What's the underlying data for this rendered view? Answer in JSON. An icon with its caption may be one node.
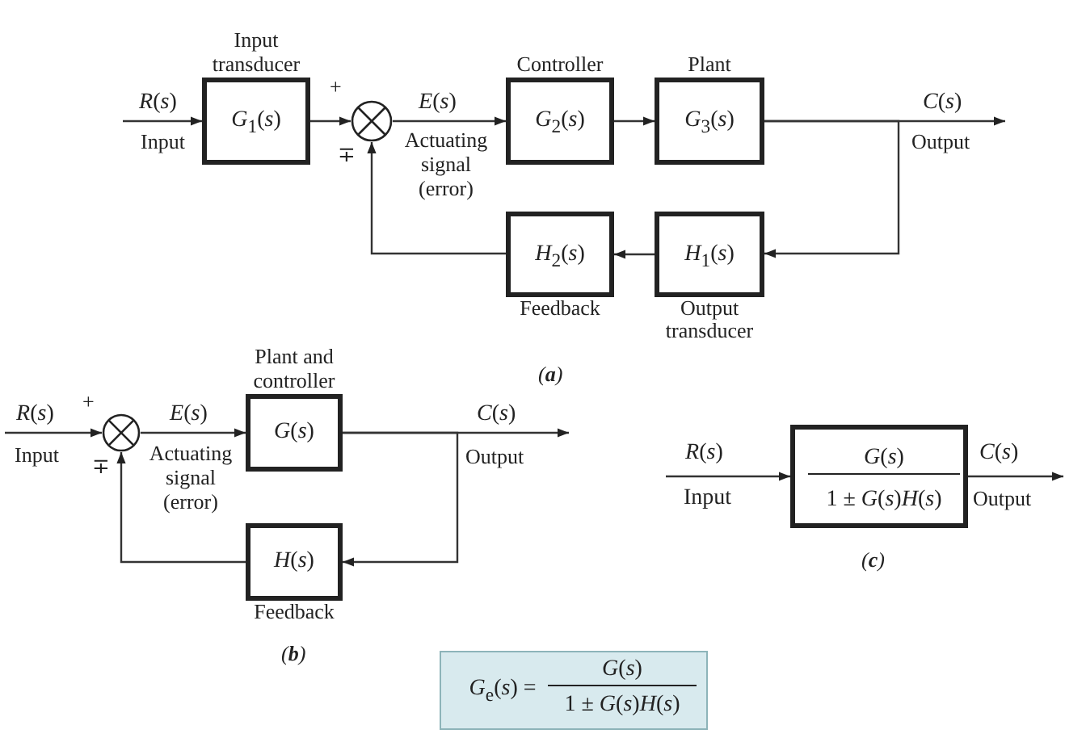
{
  "diagram": {
    "nodes": [
      {
        "text": [
          "Input transducer",
          "*G*$_{1}$(*s*)"
        ]
      },
      {
        "text": [],
        "shape": "circle",
        "beside": [
          "+",
          "∓"
        ]
      },
      {
        "text": [
          "Controller",
          "*G*$_{2}$(*s*)"
        ]
      },
      {
        "text": [
          "Plant",
          "*G*$_{3}$(*s*)"
        ]
      },
      {
        "text": [
          "*H*$_{1}$(*s*)",
          "Output transducer"
        ]
      },
      {
        "text": [
          "*H*$_{2}$(*s*)",
          "Feedback"
        ]
      },
      {
        "text": [],
        "shape": "circle",
        "beside": [
          "+",
          "∓"
        ]
      },
      {
        "text": [
          "Plant and controller",
          "*G*(*s*)"
        ]
      },
      {
        "text": [
          "*H*(*s*)",
          "Feedback"
        ]
      },
      {
        "text": [
          "*G*(*s*)",
          "1 ± *G*(*s*)*H*(*s*)"
        ]
      },
      {
        "text": [
          "*G*$_{e}$(*s*) =",
          "*G*(*s*)",
          "1 ± *G*(*s*)*H*(*s*)"
        ]
      }
    ],
    "edges": [
      {
        "from": null,
        "to": 0,
        "arrow": "to",
        "label": "*R*(*s*)"
      },
      {
        "from": 0,
        "to": 1,
        "arrow": "to"
      },
      {
        "from": 1,
        "to": 2,
        "arrow": "to",
        "label": "*E*(*s*)"
      },
      {
        "from": 2,
        "to": 3,
        "arrow": "to"
      },
      {
        "from": 3,
        "to": null,
        "arrow": "to",
        "label": "*C*(*s*)"
      },
      {
        "from": 3,
        "to": 4,
        "arrow": "to"
      },
      {
        "from": 4,
        "to": 5,
        "arrow": "to"
      },
      {
        "from": 5,
        "to": 1,
        "arrow": "to"
      },
      {
        "from": null,
        "to": 6,
        "arrow": "to",
        "label": "*R*(*s*)"
      },
      {
        "from": 6,
        "to": 7,
        "arrow": "to",
        "label": "*E*(*s*)"
      },
      {
        "from": 7,
        "to": null,
        "arrow": "to",
        "label": "*C*(*s*)"
      },
      {
        "from": 7,
        "to": 8,
        "arrow": "to"
      },
      {
        "from": 8,
        "to": 6,
        "arrow": "to"
      },
      {
        "from": null,
        "to": 9,
        "arrow": "to",
        "label": "*R*(*s*)"
      },
      {
        "from": 9,
        "to": null,
        "arrow": "to",
        "label": "*C*(*s*)"
      }
    ],
    "labels": [
      "Input",
      "Actuating signal (error)",
      "Output",
      "(**a**)",
      "Input",
      "Actuating signal (error)",
      "Output",
      "(**b**)",
      "Input",
      "Output",
      "(**c**)"
    ]
  }
}
